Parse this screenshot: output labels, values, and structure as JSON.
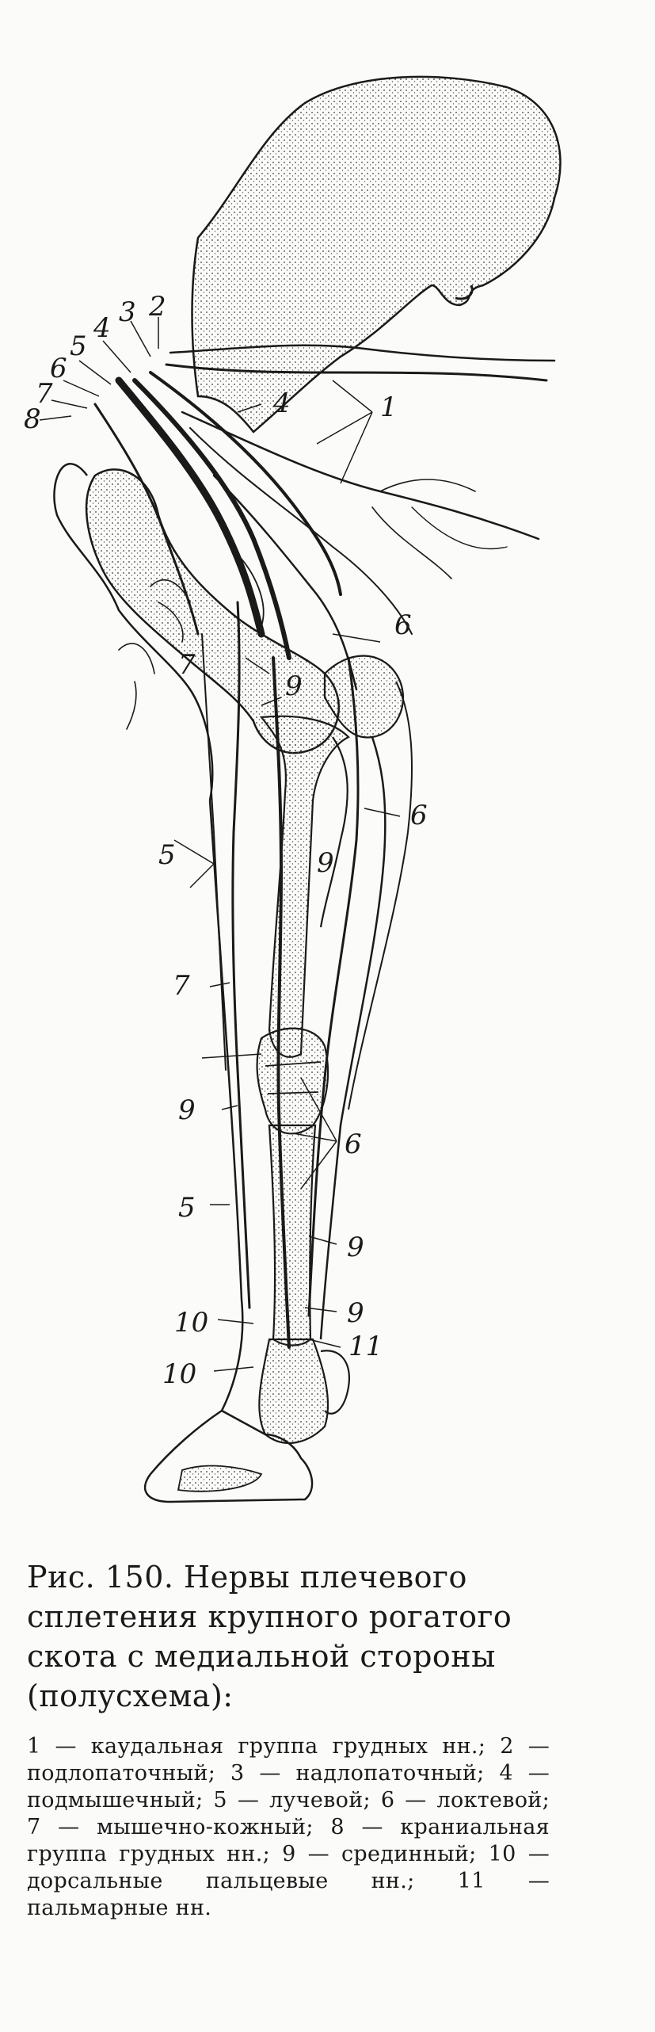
{
  "labels": {
    "l1": "1",
    "l2": "2",
    "l3": "3",
    "l4": "4",
    "l5": "5",
    "l6": "6",
    "l7": "7",
    "l8": "8",
    "l9": "9",
    "l10": "10",
    "l11": "11"
  },
  "caption": {
    "title": "Рис. 150. Нервы плечевого сплетения крупного рогатого скота с медиальной стороны (полусхема):",
    "legend": "1 — каудальная группа грудных нн.; 2 — подлопаточный; 3 — надлопаточный; 4 — подмышечный; 5 — лучевой; 6 — локтевой; 7 — мышечно-кожный; 8 — краниальная группа грудных нн.; 9 — срединный; 10 — дорсальные пальцевые нн.; 11 — пальмарные нн."
  }
}
